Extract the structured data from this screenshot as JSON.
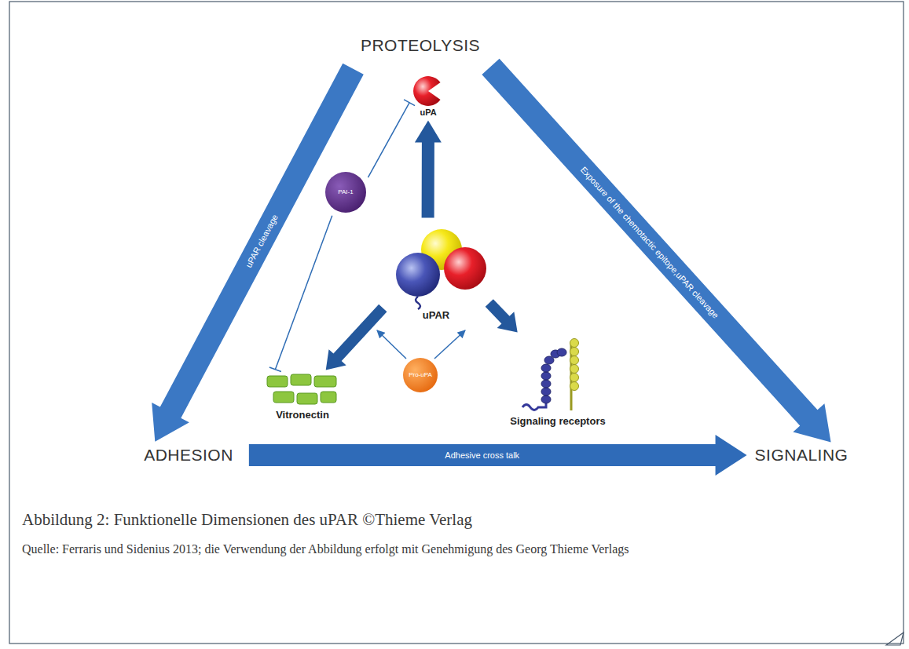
{
  "diagram": {
    "caption": "Abbildung 2: Funktionelle Dimensionen des uPAR ©Thieme Verlag",
    "nodes": [
      {
        "text": [
          "PROTEOLYSIS"
        ]
      },
      {
        "text": [
          "uPA"
        ]
      },
      {
        "text": [
          "PAI-1"
        ]
      },
      {
        "text": [
          "uPAR"
        ]
      },
      {
        "text": [
          "Vitronectin"
        ]
      },
      {
        "text": [
          "Pro-uPA"
        ]
      },
      {
        "text": [
          "Signaling receptors"
        ]
      },
      {
        "text": [
          "ADHESION"
        ]
      },
      {
        "text": [
          "SIGNALING"
        ]
      }
    ],
    "edges": [
      {
        "from": 0,
        "to": 7,
        "label": "uPAR cleavage",
        "arrow": "to"
      },
      {
        "from": 0,
        "to": 8,
        "label": "Exposure of the chemotactic epitope,uPAR cleavage",
        "arrow": "to"
      },
      {
        "from": 7,
        "to": 8,
        "label": "Adhesive cross talk",
        "arrow": "to"
      },
      {
        "from": 3,
        "to": 1,
        "arrow": "to"
      },
      {
        "from": 3,
        "to": 4,
        "arrow": "to"
      },
      {
        "from": 3,
        "to": 6,
        "arrow": "to"
      },
      {
        "from": 2,
        "to": 1,
        "arrow": "to"
      },
      {
        "from": 2,
        "to": 4,
        "arrow": "to"
      }
    ],
    "labels": [
      "Quelle: Ferraris und Sidenius 2013; die Verwendung der Abbildung erfolgt mit Genehmigung des Georg Thieme Verlags"
    ]
  }
}
